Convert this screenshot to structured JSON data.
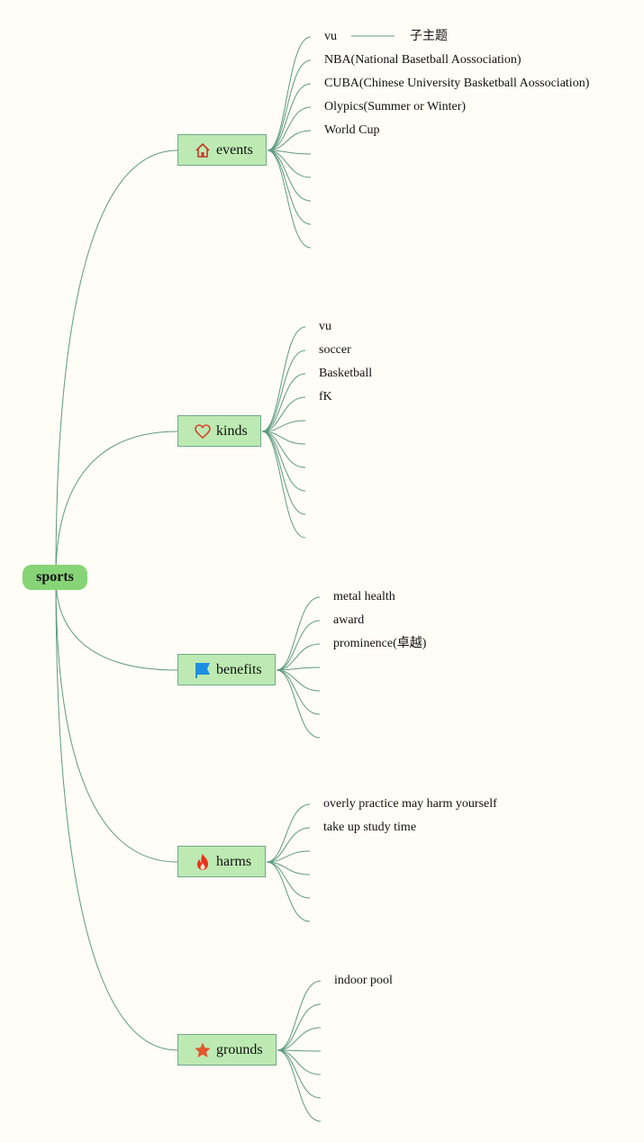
{
  "root": {
    "label": "sports"
  },
  "branches": [
    {
      "label": "events",
      "icon": "house-icon",
      "leaves": [
        "vu",
        "NBA(National Basetball Aossociation)",
        "CUBA(Chinese University Basketball Aossociation)",
        "Olypics(Summer or Winter)",
        "World Cup",
        "",
        "",
        "",
        "",
        ""
      ],
      "floating_topic": "子主题"
    },
    {
      "label": "kinds",
      "icon": "heart-icon",
      "leaves": [
        "vu",
        "soccer",
        "Basketball",
        "fK",
        "",
        "",
        "",
        "",
        "",
        ""
      ]
    },
    {
      "label": "benefits",
      "icon": "flag-icon",
      "leaves": [
        "metal health",
        "award",
        "prominence(卓越)",
        "",
        "",
        "",
        ""
      ]
    },
    {
      "label": "harms",
      "icon": "fire-icon",
      "leaves": [
        "overly practice may harm yourself",
        "take up study time",
        "",
        "",
        "",
        ""
      ]
    },
    {
      "label": "grounds",
      "icon": "star-icon",
      "leaves": [
        "indoor pool",
        "",
        "",
        "",
        "",
        "",
        ""
      ]
    }
  ],
  "colors": {
    "background": "#fffdf5",
    "root_fill": "#86d476",
    "branch_fill": "#bdeab2",
    "connector": "#5e9a80",
    "house_icon": "#c0392b",
    "heart_icon": "#d9432f",
    "flag_icon": "#1d8fe0",
    "fire_icon": "#e8321c",
    "star_icon": "#e2572e"
  }
}
